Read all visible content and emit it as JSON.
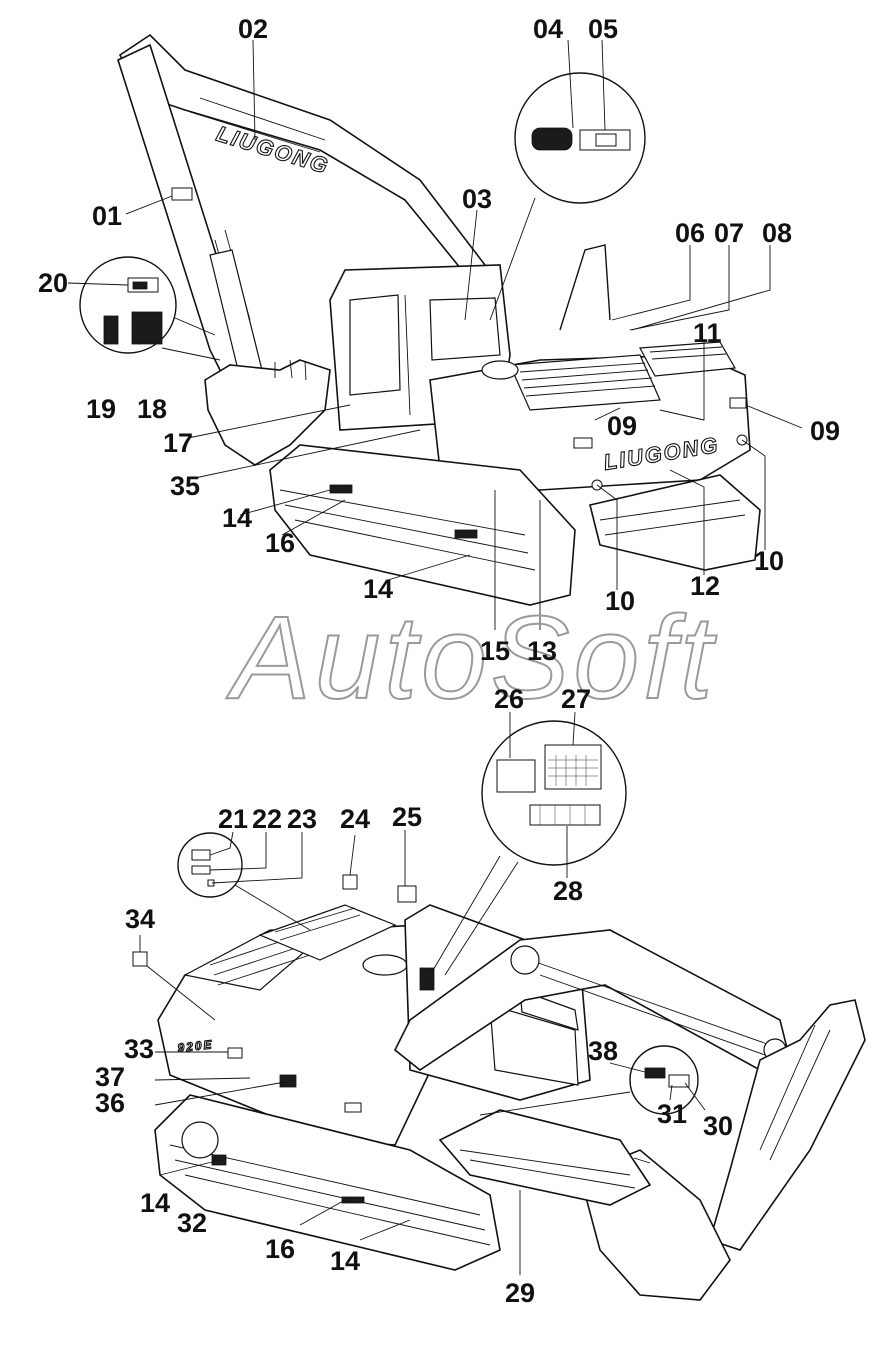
{
  "watermark": {
    "text": "AutoSoft"
  },
  "brand": {
    "name": "LIUGONG"
  },
  "colors": {
    "ink": "#111111",
    "paper": "#ffffff",
    "watermark": "#9a9a9a"
  },
  "callouts_top": [
    {
      "id": "01",
      "text": "01"
    },
    {
      "id": "02",
      "text": "02"
    },
    {
      "id": "03",
      "text": "03"
    },
    {
      "id": "04",
      "text": "04"
    },
    {
      "id": "05",
      "text": "05"
    },
    {
      "id": "06",
      "text": "06"
    },
    {
      "id": "07",
      "text": "07"
    },
    {
      "id": "08",
      "text": "08"
    },
    {
      "id": "09a",
      "text": "09"
    },
    {
      "id": "09b",
      "text": "09"
    },
    {
      "id": "10a",
      "text": "10"
    },
    {
      "id": "10b",
      "text": "10"
    },
    {
      "id": "11",
      "text": "11"
    },
    {
      "id": "12",
      "text": "12"
    },
    {
      "id": "13",
      "text": "13"
    },
    {
      "id": "14a",
      "text": "14"
    },
    {
      "id": "14b",
      "text": "14"
    },
    {
      "id": "15",
      "text": "15"
    },
    {
      "id": "16",
      "text": "16"
    },
    {
      "id": "17",
      "text": "17"
    },
    {
      "id": "18",
      "text": "18"
    },
    {
      "id": "19",
      "text": "19"
    },
    {
      "id": "20",
      "text": "20"
    },
    {
      "id": "35",
      "text": "35"
    }
  ],
  "callouts_bottom": [
    {
      "id": "21",
      "text": "21"
    },
    {
      "id": "22",
      "text": "22"
    },
    {
      "id": "23",
      "text": "23"
    },
    {
      "id": "24",
      "text": "24"
    },
    {
      "id": "25",
      "text": "25"
    },
    {
      "id": "26",
      "text": "26"
    },
    {
      "id": "27",
      "text": "27"
    },
    {
      "id": "28",
      "text": "28"
    },
    {
      "id": "29",
      "text": "29"
    },
    {
      "id": "30",
      "text": "30"
    },
    {
      "id": "31",
      "text": "31"
    },
    {
      "id": "32",
      "text": "32"
    },
    {
      "id": "33",
      "text": "33"
    },
    {
      "id": "34",
      "text": "34"
    },
    {
      "id": "14c",
      "text": "14"
    },
    {
      "id": "14d",
      "text": "14"
    },
    {
      "id": "16b",
      "text": "16"
    },
    {
      "id": "36",
      "text": "36"
    },
    {
      "id": "37",
      "text": "37"
    },
    {
      "id": "38",
      "text": "38"
    }
  ]
}
